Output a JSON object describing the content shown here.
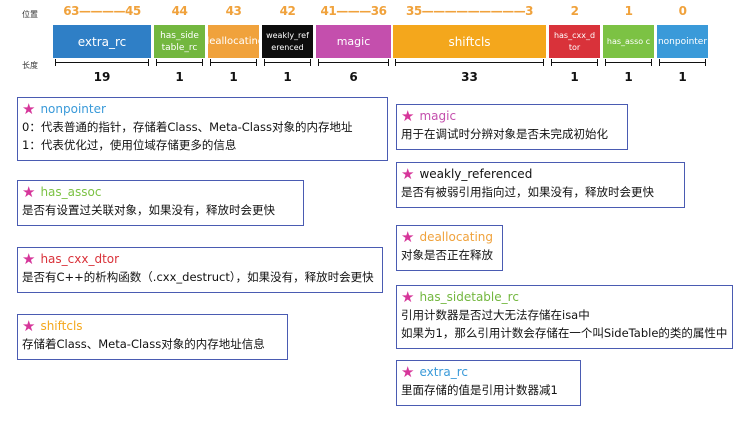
{
  "side_labels": {
    "position": "位置",
    "length": "长度"
  },
  "fields": [
    {
      "id": "extra-rc",
      "bits": "63————45",
      "label": "extra_rc",
      "length": "19",
      "color": "#2f7fc6",
      "text_color": "#ffffff"
    },
    {
      "id": "has-sidetable-rc",
      "bits": "44",
      "label": "has_side table_rc",
      "length": "1",
      "color": "#73b73f",
      "text_color": "#ffffff"
    },
    {
      "id": "deallocating",
      "bits": "43",
      "label": "deallocating",
      "length": "1",
      "color": "#f0a23c",
      "text_color": "#ffffff"
    },
    {
      "id": "weakly-referenced",
      "bits": "42",
      "label": "weakly_ref erenced",
      "length": "1",
      "color": "#0d0d0d",
      "text_color": "#ffffff"
    },
    {
      "id": "magic",
      "bits": "41———36",
      "label": "magic",
      "length": "6",
      "color": "#c44fad",
      "text_color": "#ffffff"
    },
    {
      "id": "shiftcls",
      "bits": "35—————————3",
      "label": "shiftcls",
      "length": "33",
      "color": "#f4a71c",
      "text_color": "#ffffff"
    },
    {
      "id": "has-cxx-dtor",
      "bits": "2",
      "label": "has_cxx_d tor",
      "length": "1",
      "color": "#d9323a",
      "text_color": "#ffffff"
    },
    {
      "id": "has-assoc",
      "bits": "1",
      "label": "has_asso c",
      "length": "1",
      "color": "#7cc244",
      "text_color": "#ffffff"
    },
    {
      "id": "nonpointer",
      "bits": "0",
      "label": "nonpointer",
      "length": "1",
      "color": "#3a9ad9",
      "text_color": "#ffffff"
    }
  ],
  "cards": [
    {
      "id": "nonpointer",
      "title": "nonpointer",
      "title_color": "#3a9ad9",
      "lines": [
        "0：代表普通的指针，存储着Class、Meta-Class对象的内存地址",
        "1：代表优化过，使用位域存储更多的信息"
      ]
    },
    {
      "id": "has-assoc",
      "title": "has_assoc",
      "title_color": "#7cc244",
      "lines": [
        "是否有设置过关联对象，如果没有，释放时会更快"
      ]
    },
    {
      "id": "has-cxx-dtor",
      "title": "has_cxx_dtor",
      "title_color": "#d9323a",
      "lines": [
        "是否有C++的析构函数（.cxx_destruct），如果没有，释放时会更快"
      ]
    },
    {
      "id": "shiftcls",
      "title": "shiftcls",
      "title_color": "#f4a71c",
      "lines": [
        "存储着Class、Meta-Class对象的内存地址信息"
      ]
    },
    {
      "id": "magic",
      "title": "magic",
      "title_color": "#c44fad",
      "lines": [
        "用于在调试时分辨对象是否未完成初始化"
      ]
    },
    {
      "id": "weakly-referenced",
      "title": "weakly_referenced",
      "title_color": "#111111",
      "lines": [
        "是否有被弱引用指向过，如果没有，释放时会更快"
      ]
    },
    {
      "id": "deallocating",
      "title": "deallocating",
      "title_color": "#f0a23c",
      "lines": [
        "对象是否正在释放"
      ]
    },
    {
      "id": "has-sidetable-rc",
      "title": "has_sidetable_rc",
      "title_color": "#73b73f",
      "lines": [
        "引用计数器是否过大无法存储在isa中",
        "如果为1，那么引用计数会存储在一个叫SideTable的类的属性中"
      ]
    },
    {
      "id": "extra-rc",
      "title": "extra_rc",
      "title_color": "#3a9ad9",
      "lines": [
        "里面存储的值是引用计数器减1"
      ]
    }
  ],
  "icons": {
    "card_marker": "star-icon",
    "star_color": "#d6369a"
  }
}
